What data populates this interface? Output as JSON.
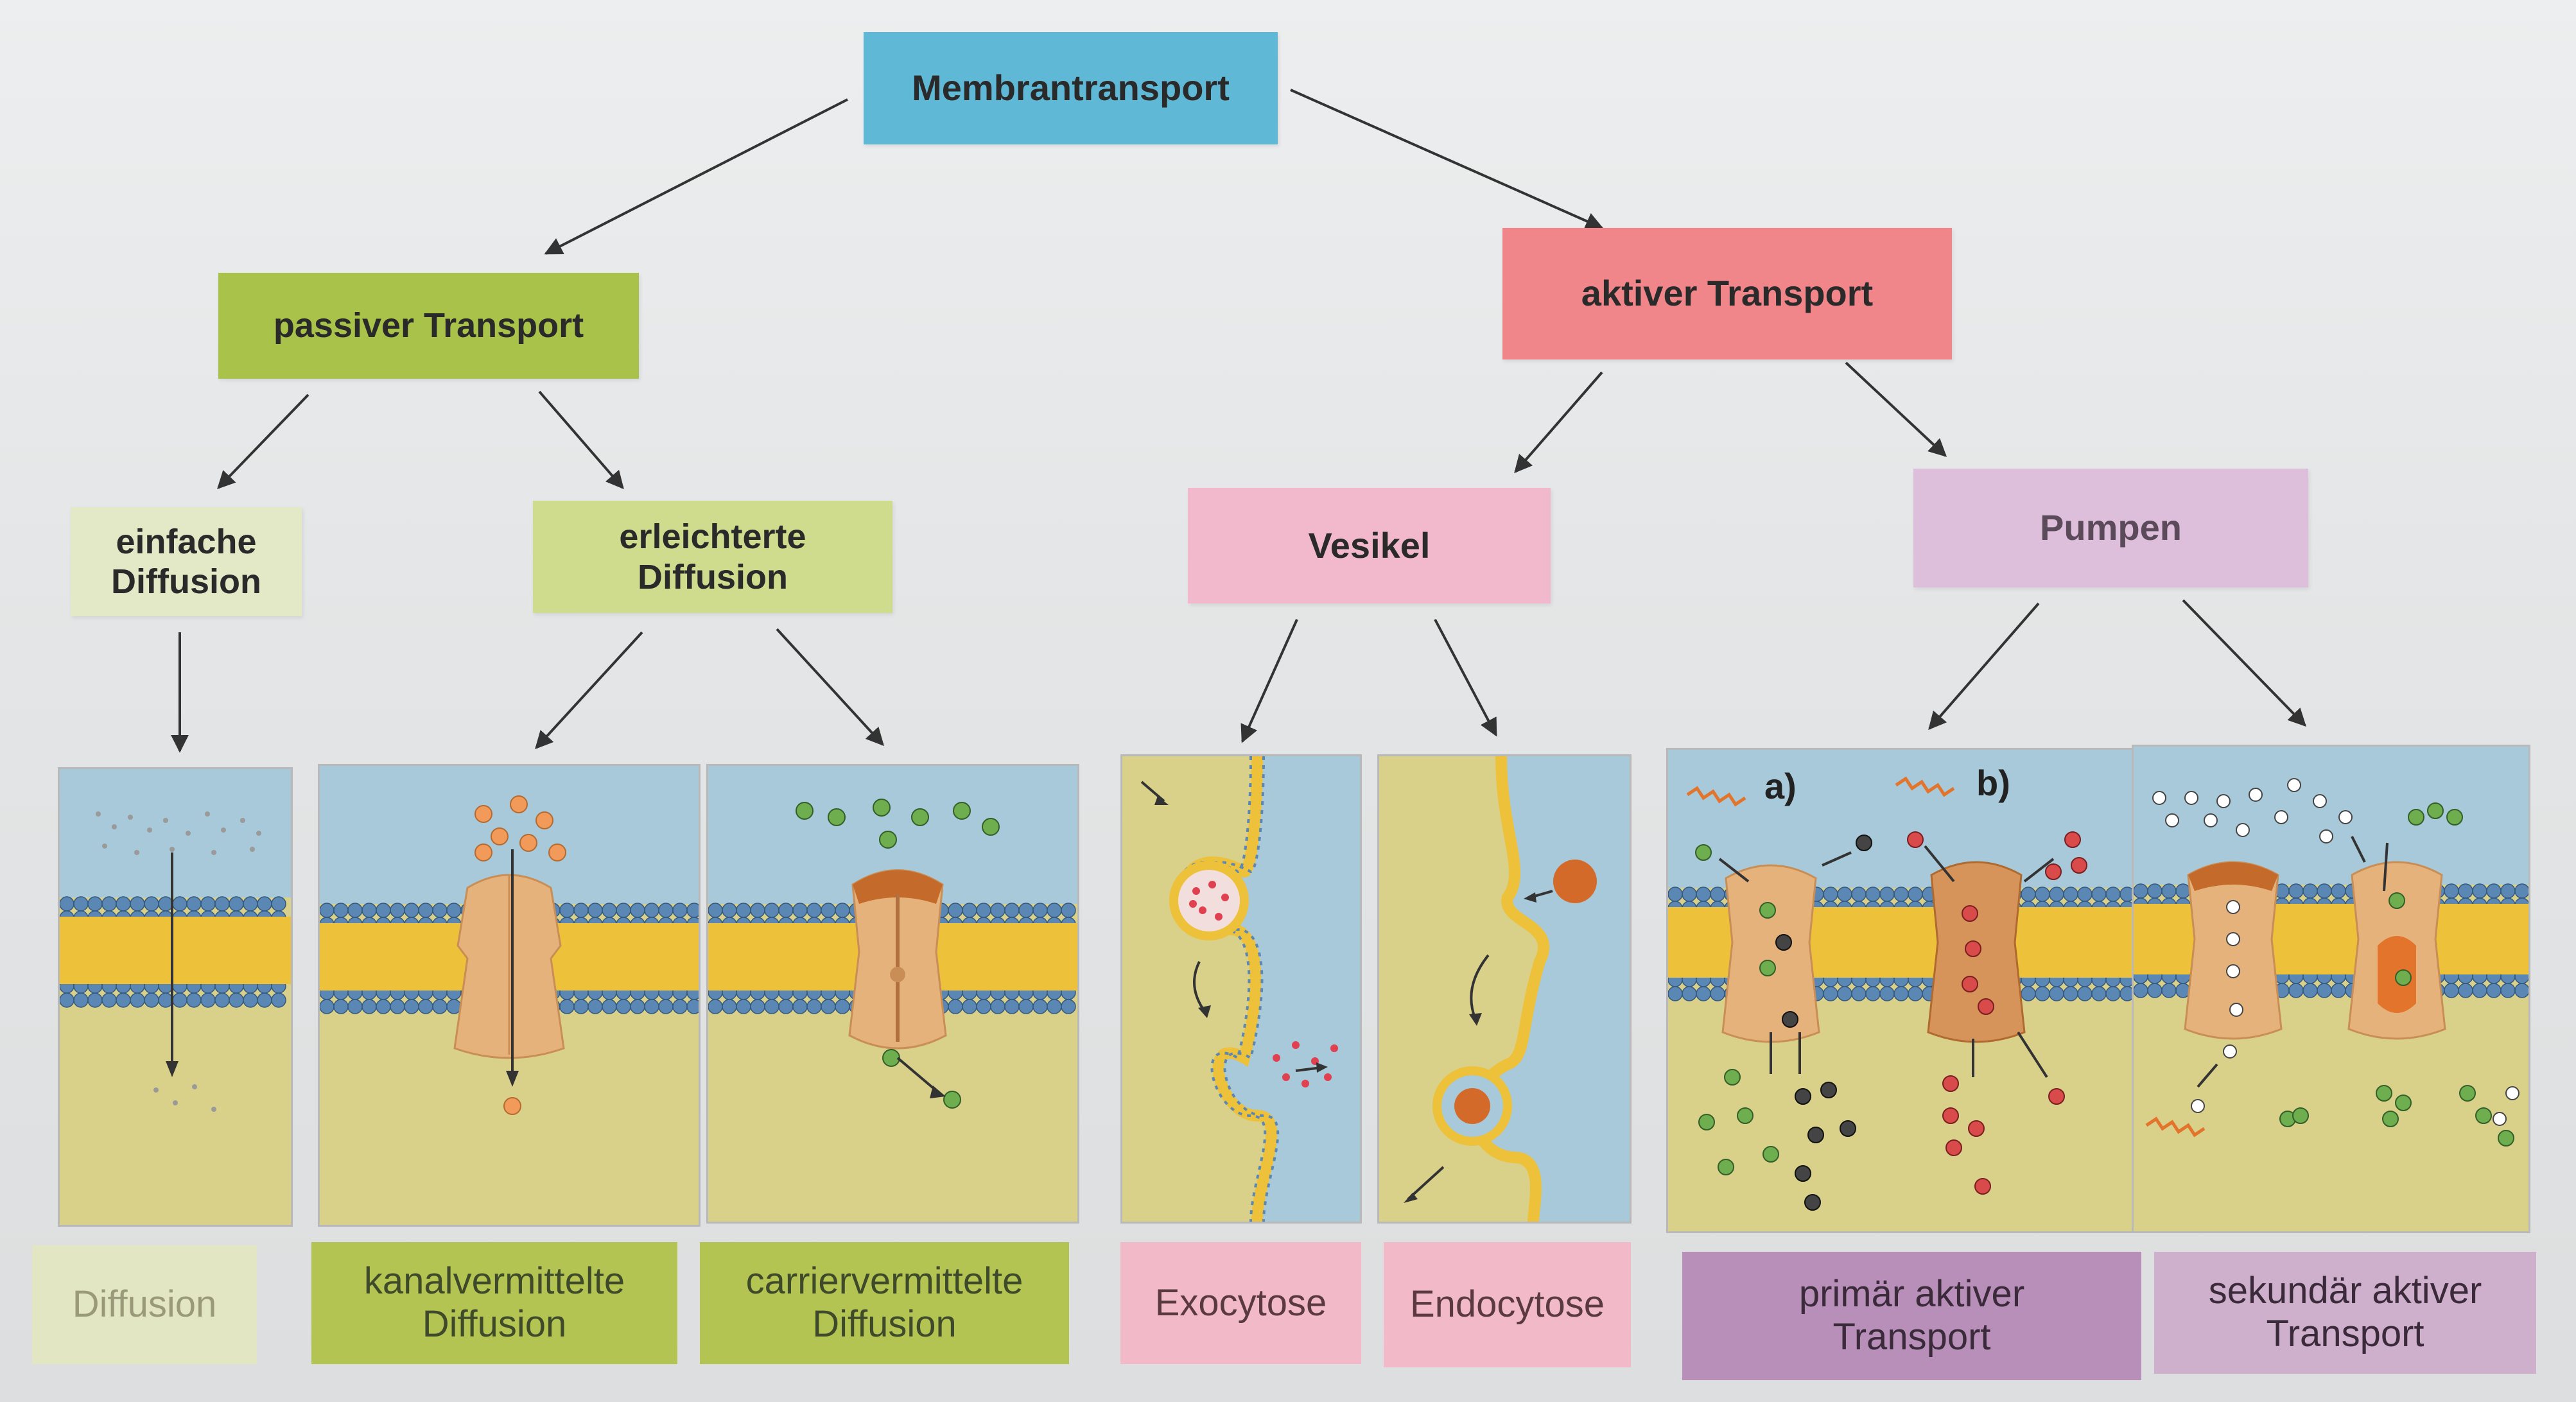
{
  "root": {
    "label": "Membrantransport"
  },
  "level1": {
    "passive": {
      "label": "passiver Transport"
    },
    "active": {
      "label": "aktiver Transport"
    }
  },
  "level2": {
    "simple": {
      "label_line1": "einfache",
      "label_line2": "Diffusion"
    },
    "facilitated": {
      "label_line1": "erleichterte",
      "label_line2": "Diffusion"
    },
    "vesicle": {
      "label": "Vesikel"
    },
    "pumps": {
      "label": "Pumpen"
    }
  },
  "panels": {
    "primary_a": "a)",
    "primary_b": "b)"
  },
  "bottom": {
    "diffusion": {
      "line1": "Diffusion"
    },
    "channel": {
      "line1": "kanalvermittelte",
      "line2": "Diffusion"
    },
    "carrier": {
      "line1": "carriervermittelte",
      "line2": "Diffusion"
    },
    "exo": {
      "line1": "Exocytose"
    },
    "endo": {
      "line1": "Endocytose"
    },
    "primary": {
      "line1": "primär aktiver",
      "line2": "Transport"
    },
    "secondary": {
      "line1": "sekundär aktiver",
      "line2": "Transport"
    }
  },
  "colors": {
    "root": "#5fb8d6",
    "passive": "#a8c24a",
    "simple": "#e3e9c6",
    "facilitated": "#cfdc8e",
    "active": "#f0868a",
    "vesicle": "#f2b9cc",
    "pumps": "#ddbedb",
    "bottom_diffusion": "#e2e6c2",
    "bottom_green": "#b4c452",
    "bottom_pink": "#f2b9c8",
    "bottom_purple": "#b78fb8",
    "bottom_lilac": "#cfb0cc",
    "water": "#a7c9d9",
    "cytoplasm": "#d9d08a",
    "head": "#5b87b4",
    "core": "#eec13a",
    "protein": "#e6b27c"
  }
}
